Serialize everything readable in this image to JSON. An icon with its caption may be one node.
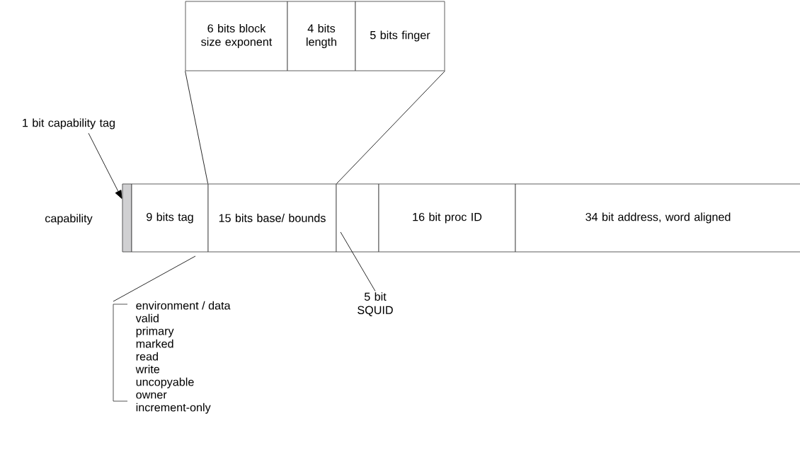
{
  "diagram": {
    "nodes": [
      {
        "text": [
          "6 bits block size exponent"
        ]
      },
      {
        "text": [
          "4 bits length"
        ]
      },
      {
        "text": [
          "5 bits finger"
        ]
      },
      {
        "text": [
          "1 bit capability tag"
        ]
      },
      {
        "text": [],
        "shape": "bar"
      },
      {
        "text": [
          "9 bits tag"
        ]
      },
      {
        "text": [
          "15 bits base/ bounds"
        ]
      },
      {
        "text": [],
        "shape": "box"
      },
      {
        "text": [
          "16 bit proc ID"
        ]
      },
      {
        "text": [
          "34 bit address, word aligned"
        ]
      },
      {
        "text": [
          "5 bit SQUID"
        ]
      },
      {
        "text": [
          "environment / data",
          "valid",
          "primary",
          "marked",
          "read",
          "write",
          "uncopyable",
          "owner",
          "increment-only"
        ]
      }
    ],
    "edges": [
      {
        "from": 3,
        "to": 4,
        "arrow": "to"
      },
      {
        "from": 6,
        "to": 0,
        "arrow": "none"
      },
      {
        "from": 6,
        "to": 2,
        "arrow": "none"
      },
      {
        "from": 10,
        "to": 7,
        "arrow": "none"
      },
      {
        "from": 11,
        "to": 5,
        "arrow": "none"
      }
    ],
    "labels": [
      "capability"
    ]
  }
}
